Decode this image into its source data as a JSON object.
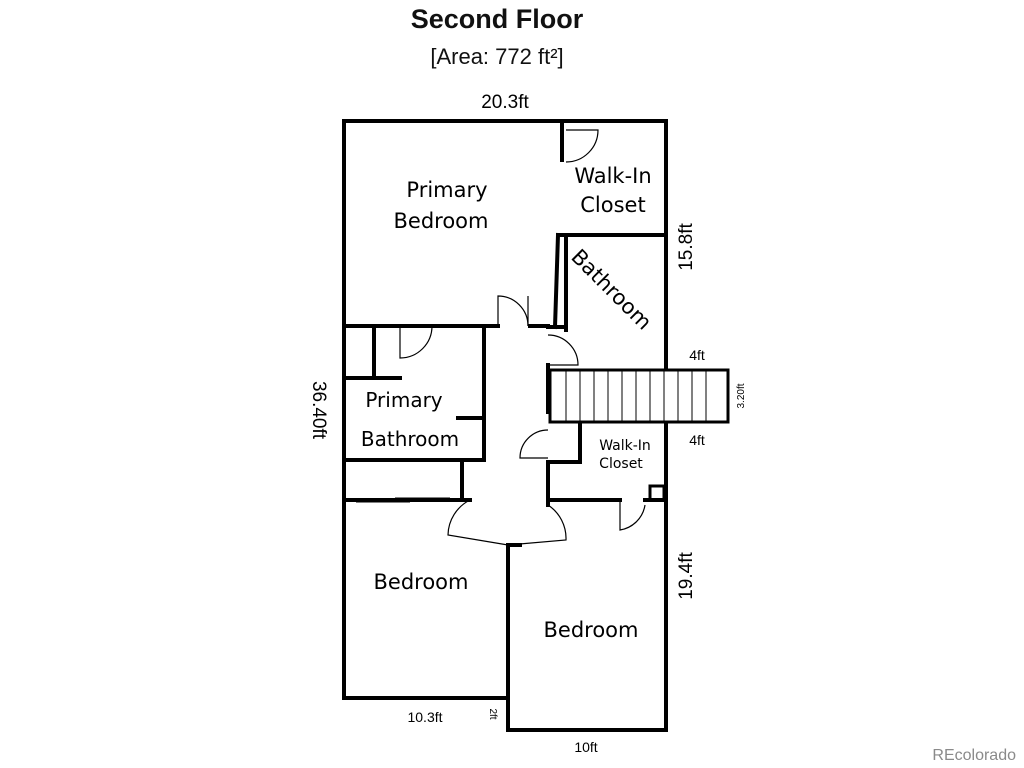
{
  "header": {
    "title": "Second Floor",
    "area": "[Area: 772 ft²]"
  },
  "dimensions": {
    "top_width": "20.3ft",
    "right_upper": "15.8ft",
    "right_lower": "19.4ft",
    "left_height": "36.40ft",
    "stair_top": "4ft",
    "stair_bottom": "4ft",
    "stair_depth": "3.20ft",
    "bottom_left": "10.3ft",
    "bottom_step": "2ft",
    "bottom_right": "10ft"
  },
  "rooms": {
    "primary_bedroom": [
      "Primary",
      "Bedroom"
    ],
    "walk_in_closet_1": [
      "Walk-In",
      "Closet"
    ],
    "bathroom": "Bathroom",
    "primary_bathroom": [
      "Primary",
      "Bathroom"
    ],
    "walk_in_closet_2": [
      "Walk-In",
      "Closet"
    ],
    "bedroom_left": "Bedroom",
    "bedroom_right": "Bedroom"
  },
  "watermark": "REcolorado"
}
